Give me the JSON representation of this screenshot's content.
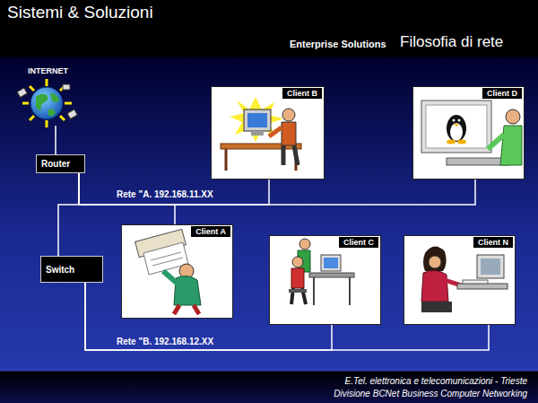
{
  "diagram": {
    "title": "Sistemi & Soluzioni",
    "nodes": [
      {
        "text": [
          "Router"
        ]
      },
      {
        "text": [
          "Client B"
        ]
      },
      {
        "text": [
          "Client D"
        ]
      },
      {
        "text": [
          "Switch"
        ]
      },
      {
        "text": [
          "Client A"
        ]
      },
      {
        "text": [
          "Client C"
        ]
      },
      {
        "text": [
          "Client N"
        ]
      }
    ],
    "edges": [
      {
        "from": 0,
        "to": 1,
        "arrow": "none"
      },
      {
        "from": 0,
        "to": 2,
        "arrow": "none"
      },
      {
        "from": 0,
        "to": 4,
        "arrow": "none"
      },
      {
        "from": 0,
        "to": 3,
        "arrow": "none"
      },
      {
        "from": 3,
        "to": 5,
        "arrow": "none"
      },
      {
        "from": 3,
        "to": 6,
        "arrow": "none"
      }
    ],
    "labels": [
      "Enterprise Solutions",
      "Filosofia di rete",
      "INTERNET",
      "Rete \"A. 192.168.11.XX",
      "Rete \"B. 192.168.12.XX",
      "E.Tel. elettronica e telecomunicazioni - Trieste",
      "Divisione BCNet Business Computer Networking"
    ]
  }
}
